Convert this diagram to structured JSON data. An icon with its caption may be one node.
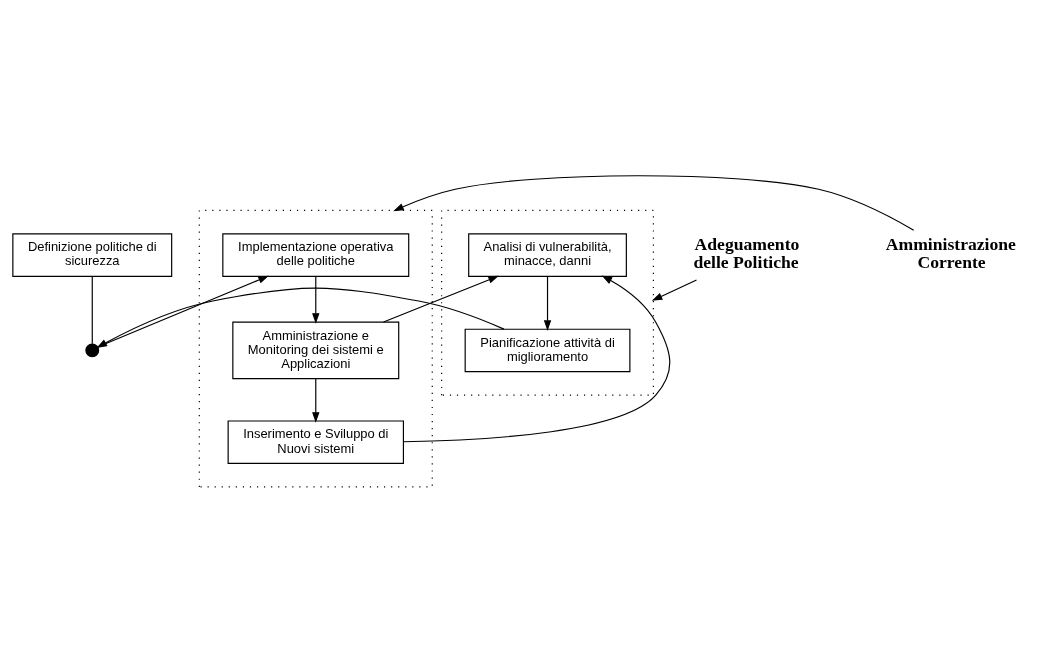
{
  "diagram": {
    "nodes": [
      {
        "text": [
          "Definizione politiche di sicurezza"
        ]
      },
      {
        "text": [],
        "shape": "box"
      },
      {
        "text": [
          "Pianificazione attività di miglioramento"
        ],
        "in": 1
      },
      {
        "text": [
          "Analisi di vulnerabilità, minacce, danni"
        ],
        "in": 1
      },
      {
        "text": [],
        "shape": "circle"
      },
      {
        "text": [],
        "shape": "box"
      },
      {
        "text": [
          "Implementazione operativa delle politiche"
        ],
        "in": 5
      },
      {
        "text": [
          "Amministrazione e Monitoring dei sistemi e Applicazioni"
        ],
        "in": 5
      },
      {
        "text": [
          "Inserimento e Sviluppo di Nuovi sistemi"
        ],
        "in": 5
      },
      {
        "text": [
          "Adeguamento delle Politiche"
        ]
      },
      {
        "text": [
          "Amministrazione Corrente"
        ]
      }
    ],
    "edges": [
      {
        "from": 0,
        "to": 4,
        "arrow": "none"
      },
      {
        "from": 2,
        "to": 4,
        "arrow": "to"
      },
      {
        "from": 4,
        "to": 6,
        "arrow": "to"
      },
      {
        "from": 3,
        "to": 2,
        "arrow": "to"
      },
      {
        "from": 6,
        "to": 7,
        "arrow": "to"
      },
      {
        "from": 7,
        "to": 8,
        "arrow": "to"
      },
      {
        "from": 7,
        "to": 3,
        "arrow": "to"
      },
      {
        "from": 8,
        "to": 3,
        "arrow": "to"
      },
      {
        "from": 9,
        "to": 1,
        "arrow": "to"
      },
      {
        "from": 10,
        "to": 5,
        "arrow": "to"
      }
    ]
  }
}
